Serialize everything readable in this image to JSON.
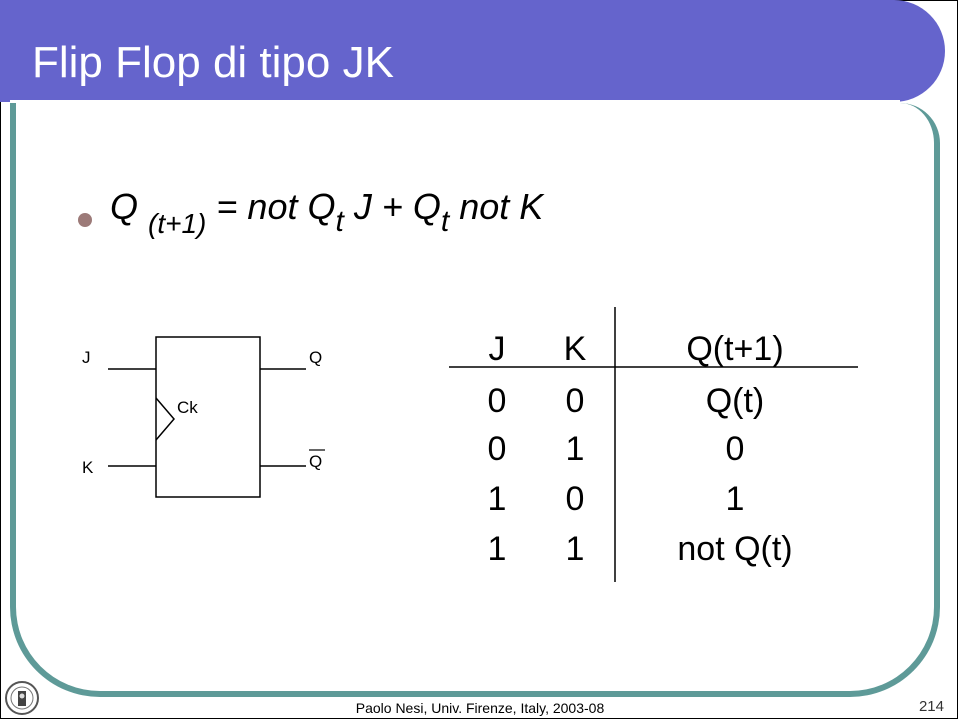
{
  "slide": {
    "title": "Flip Flop di tipo JK",
    "formula": {
      "q": "Q",
      "q_sub": "(t+1)",
      "eq_not": " = not Q",
      "t1": "t",
      "middle": " J + Q",
      "t2": "t",
      "end": " not K"
    },
    "diagram": {
      "input_j": "J",
      "input_k": "K",
      "clock": "Ck",
      "output_q": "Q",
      "output_qbar": "Q"
    },
    "table": {
      "headers": [
        "J",
        "K",
        "Q(t+1)"
      ],
      "rows": [
        [
          "0",
          "0",
          "Q(t)"
        ],
        [
          "0",
          "1",
          "0"
        ],
        [
          "1",
          "0",
          "1"
        ],
        [
          "1",
          "1",
          "not Q(t)"
        ]
      ]
    },
    "footer": "Paolo Nesi, Univ. Firenze, Italy, 2003-08",
    "page_number": "214"
  },
  "colors": {
    "title_bar": "#6564cc",
    "frame": "#5e9a98",
    "bullet": "#9c7a78"
  }
}
